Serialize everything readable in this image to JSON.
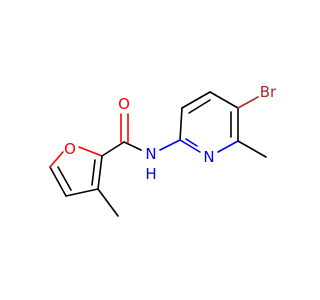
{
  "molecule": {
    "atoms": {
      "o_ring": {
        "label": "O",
        "color": "#ff0000"
      },
      "o_carbonyl": {
        "label": "O",
        "color": "#ff0000"
      },
      "n_amide": {
        "label": "N",
        "color": "#0000ff"
      },
      "h_amide": {
        "label": "H",
        "color": "#0000ff"
      },
      "n_pyridine": {
        "label": "N",
        "color": "#0000ff"
      },
      "br": {
        "label": "Br",
        "color": "#a52a2a"
      }
    }
  }
}
